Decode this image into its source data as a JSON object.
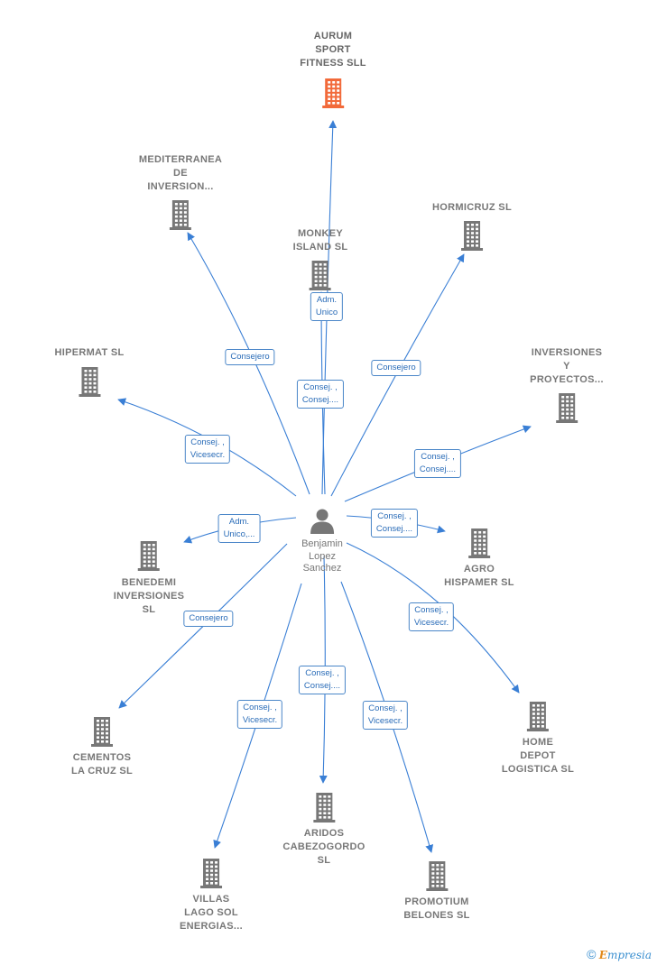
{
  "center": {
    "name": "Benjamin\nLopez\nSanchez",
    "icon": "person-icon",
    "color": "#777777"
  },
  "colors": {
    "main_company": "#f26a3a",
    "company": "#777777",
    "edge": "#3a7fd5"
  },
  "nodes": [
    {
      "id": "aurum",
      "name": "AURUM\nSPORT\nFITNESS  SLL",
      "main": true
    },
    {
      "id": "mediterranea",
      "name": "MEDITERRANEA\nDE\nINVERSION..."
    },
    {
      "id": "monkey",
      "name": "MONKEY\nISLAND  SL"
    },
    {
      "id": "hormicruz",
      "name": "HORMICRUZ SL"
    },
    {
      "id": "hipermat",
      "name": "HIPERMAT SL"
    },
    {
      "id": "inversiones",
      "name": "INVERSIONES\nY\nPROYECTOS..."
    },
    {
      "id": "benedemi",
      "name": "BENEDEMI\nINVERSIONES\nSL"
    },
    {
      "id": "agro",
      "name": "AGRO\nHISPAMER SL"
    },
    {
      "id": "cementos",
      "name": "CEMENTOS\nLA CRUZ SL"
    },
    {
      "id": "home",
      "name": "HOME\nDEPOT\nLOGISTICA SL"
    },
    {
      "id": "aridos",
      "name": "ARIDOS\nCABEZOGORDO\nSL"
    },
    {
      "id": "villas",
      "name": "VILLAS\nLAGO SOL\nENERGIAS..."
    },
    {
      "id": "promotium",
      "name": "PROMOTIUM\nBELONES  SL"
    }
  ],
  "edges": [
    {
      "to": "aurum",
      "label": "Adm.\nUnico"
    },
    {
      "to": "mediterranea",
      "label": "Consejero"
    },
    {
      "to": "monkey",
      "label": "Consej. ,\nConsej...."
    },
    {
      "to": "hormicruz",
      "label": "Consejero"
    },
    {
      "to": "hipermat",
      "label": "Consej. ,\nVicesecr."
    },
    {
      "to": "inversiones",
      "label": "Consej. ,\nConsej...."
    },
    {
      "to": "benedemi",
      "label": "Adm.\nUnico,..."
    },
    {
      "to": "agro",
      "label": "Consej. ,\nConsej...."
    },
    {
      "to": "cementos",
      "label": "Consejero"
    },
    {
      "to": "home",
      "label": "Consej. ,\nVicesecr."
    },
    {
      "to": "aridos",
      "label": "Consej. ,\nConsej...."
    },
    {
      "to": "villas",
      "label": "Consej. ,\nVicesecr."
    },
    {
      "to": "promotium",
      "label": "Consej. ,\nVicesecr."
    }
  ],
  "footer": {
    "copyright": "©",
    "brand_initial": "E",
    "brand_rest": "mpresia"
  }
}
